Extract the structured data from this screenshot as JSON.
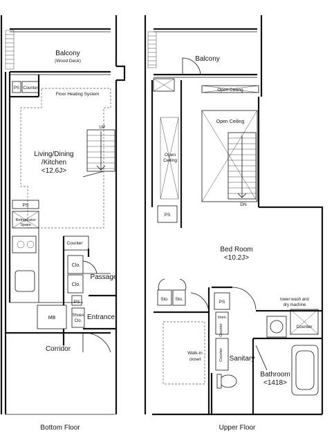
{
  "bottom_floor": {
    "caption": "Bottom Floor",
    "balcony": "Balcony",
    "balcony_note": "(Wood Deck)",
    "ps_top": "PS",
    "counter_top": "Counter",
    "floor_heating": "Floor Heating System",
    "stair_up": "UP",
    "living_l1": "Living/Dining",
    "living_l2": "/Kitchen",
    "living_l3": "<12.6J>",
    "ps_mid": "PS",
    "fridge_l1": "Refrigerator",
    "fridge_l2": "Space",
    "counter_mid": "Counter",
    "clo1": "Clo.",
    "clo2": "Clo.",
    "passage": "Passage",
    "ps_low": "PS",
    "shoes_l1": "Shoes",
    "shoes_l2": "Clo.",
    "entrance": "Entrance",
    "mb": "MB",
    "corridor": "Corridor"
  },
  "upper_floor": {
    "caption": "Upper Floor",
    "balcony": "Balcony",
    "open_ceiling_top": "Open Ceiling",
    "open_ceiling_center": "Open Ceiling",
    "open_ceiling_left_l1": "Open",
    "open_ceiling_left_l2": "Ceiling",
    "stair_dn": "DN",
    "ps_left": "PS",
    "bedroom_l1": "Bed Room",
    "bedroom_l2": "<10.2J>",
    "sto1": "Sto.",
    "sto2": "Sto.",
    "ps_mid": "PS",
    "linen": "linen",
    "counter_a": "Counter",
    "counter_b": "Counter",
    "washer_l1": "lower:wash and",
    "washer_l2": "dry machine",
    "counter_c": "Counter",
    "walkin_l1": "Walk-in",
    "walkin_l2": "closet",
    "sanitary": "Sanitary",
    "bathroom_l1": "Bathroom",
    "bathroom_l2": "<1418>"
  }
}
